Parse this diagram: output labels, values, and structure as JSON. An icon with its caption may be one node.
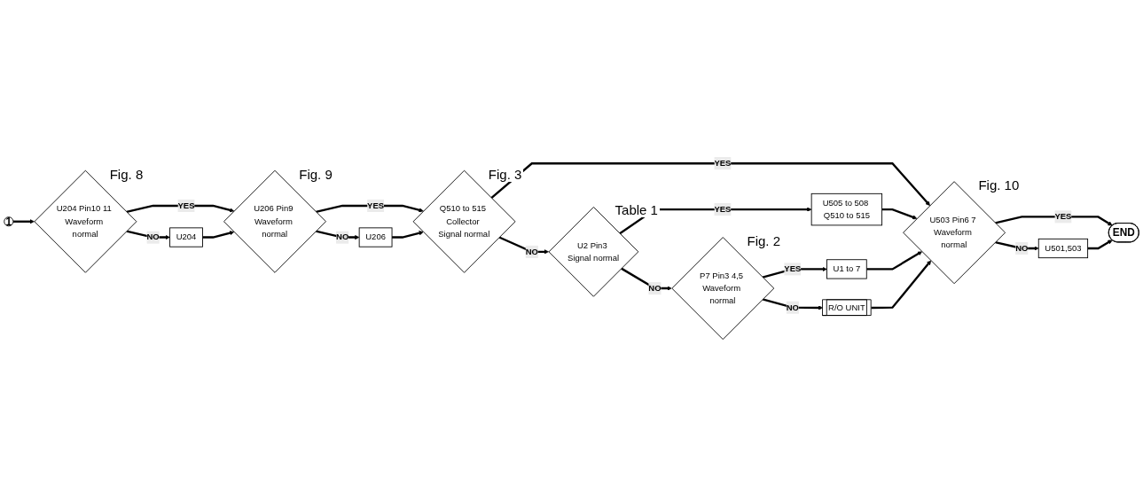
{
  "diagram": {
    "nodes": [
      {
        "text": [
          "1"
        ]
      },
      {
        "text": [
          "U204 Pin10 11 Waveform normal"
        ],
        "beside": [
          "Fig. 8"
        ]
      },
      {
        "text": [
          "U204"
        ]
      },
      {
        "text": [
          "U206 Pin9 Waveform normal"
        ],
        "beside": [
          "Fig. 9"
        ]
      },
      {
        "text": [
          "U206"
        ]
      },
      {
        "text": [
          "Q510 to 515 Collector Signal normal"
        ],
        "beside": [
          "Fig. 3"
        ]
      },
      {
        "text": [
          "U2 Pin3 Signal normal"
        ],
        "beside": [
          "Table 1"
        ]
      },
      {
        "text": [
          "U505 to 508 Q510 to 515"
        ]
      },
      {
        "text": [
          "P7 Pin3 4,5 Waveform normal"
        ],
        "beside": [
          "Fig. 2"
        ]
      },
      {
        "text": [
          "U1 to 7"
        ]
      },
      {
        "text": [
          "R/O UNIT"
        ]
      },
      {
        "text": [
          "U503 Pin6 7 Waveform normal"
        ],
        "beside": [
          "Fig. 10"
        ]
      },
      {
        "text": [
          "U501,503"
        ]
      },
      {
        "text": [
          "END"
        ]
      }
    ],
    "edges": [
      {
        "from": 0,
        "to": 1,
        "arrow": "to"
      },
      {
        "from": 1,
        "to": 3,
        "label": "YES",
        "arrow": "to"
      },
      {
        "from": 1,
        "to": 2,
        "label": "NO",
        "arrow": "to"
      },
      {
        "from": 2,
        "to": 3,
        "arrow": "to"
      },
      {
        "from": 3,
        "to": 5,
        "label": "YES",
        "arrow": "to"
      },
      {
        "from": 3,
        "to": 4,
        "label": "NO",
        "arrow": "to"
      },
      {
        "from": 4,
        "to": 5,
        "arrow": "to"
      },
      {
        "from": 5,
        "to": 11,
        "label": "YES",
        "arrow": "to"
      },
      {
        "from": 5,
        "to": 6,
        "label": "NO",
        "arrow": "to"
      },
      {
        "from": 6,
        "to": 7,
        "label": "YES",
        "arrow": "to"
      },
      {
        "from": 7,
        "to": 11,
        "arrow": "to"
      },
      {
        "from": 6,
        "to": 8,
        "label": "NO",
        "arrow": "to"
      },
      {
        "from": 8,
        "to": 9,
        "label": "YES",
        "arrow": "to"
      },
      {
        "from": 9,
        "to": 11,
        "arrow": "to"
      },
      {
        "from": 8,
        "to": 10,
        "label": "NO",
        "arrow": "to"
      },
      {
        "from": 10,
        "to": 11,
        "arrow": "to"
      },
      {
        "from": 11,
        "to": 13,
        "label": "YES",
        "arrow": "to"
      },
      {
        "from": 11,
        "to": 12,
        "label": "NO",
        "arrow": "to"
      },
      {
        "from": 12,
        "to": 13,
        "arrow": "to"
      }
    ]
  }
}
